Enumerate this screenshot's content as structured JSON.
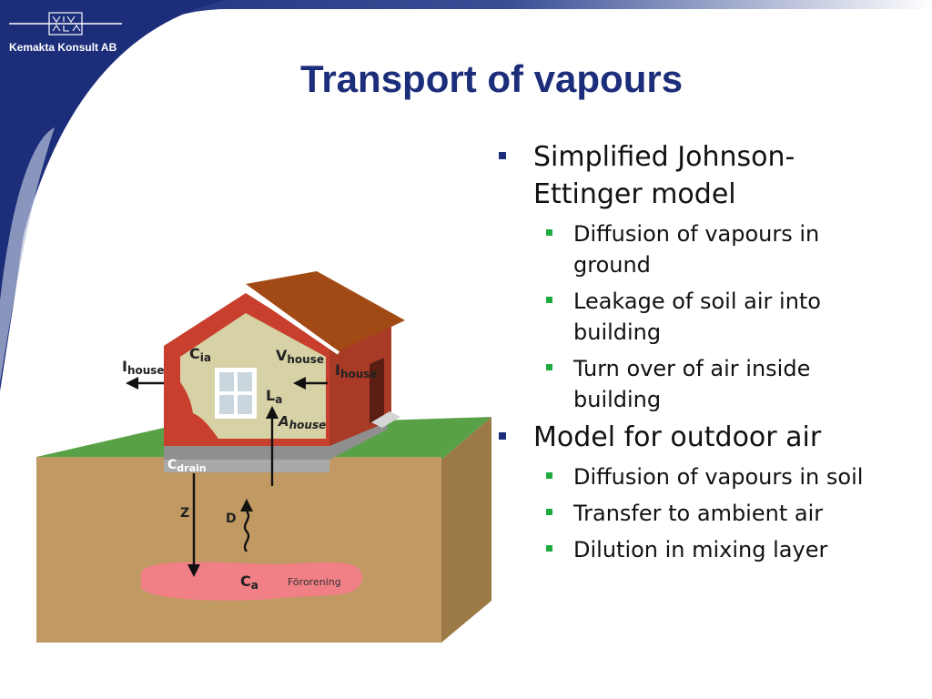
{
  "company": "Kemakta Konsult AB",
  "title": "Transport of vapours",
  "bullets": [
    {
      "text": "Simplified Johnson-Ettinger model",
      "line1": "Simplified Johnson-",
      "line2": "Ettinger model",
      "sub": [
        {
          "line1": "Diffusion of vapours in",
          "line2": "ground"
        },
        {
          "line1": "Leakage of soil air into",
          "line2": "building"
        },
        {
          "line1": "Turn over of air inside",
          "line2": "building"
        }
      ]
    },
    {
      "line1": "Model for outdoor air",
      "sub": [
        {
          "line1": "Diffusion of vapours in soil"
        },
        {
          "line1": "Transfer to ambient air"
        },
        {
          "line1": "Dilution in mixing layer"
        }
      ]
    }
  ],
  "diagram": {
    "i_house_left": {
      "main": "I",
      "sub": "house"
    },
    "i_house_right": {
      "main": "I",
      "sub": "house"
    },
    "c_ia": {
      "main": "C",
      "sub": "ia"
    },
    "v_house": {
      "main": "V",
      "sub": "house"
    },
    "l_a": {
      "main": "L",
      "sub": "a"
    },
    "a_house": {
      "main": "A",
      "sub": "house"
    },
    "c_drain": {
      "main": "C",
      "sub": "drain"
    },
    "z": "Z",
    "d": "D",
    "c_a": {
      "main": "C",
      "sub": "a"
    },
    "fororening": "Förorening"
  },
  "colors": {
    "navy": "#1c2d7a",
    "bullet_green": "#1faa3e",
    "house_red": "#c8402d",
    "roof_brown": "#a24a16",
    "grass": "#59a146",
    "soil": "#c09a62",
    "pollution": "#f07f86"
  }
}
